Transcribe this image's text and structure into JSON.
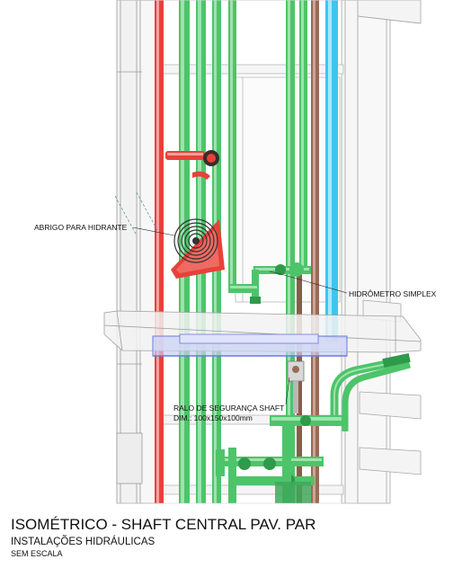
{
  "labels": {
    "hidrante": "ABRIGO PARA HIDRANTE",
    "hidrometro": "HIDRÔMETRO SIMPLEX",
    "ralo": "RALO DE SEGURANÇA SHAFT",
    "ralo_dim": "DIM.: 100x150x100mm"
  },
  "title_block": {
    "title": "ISOMÉTRICO - SHAFT CENTRAL PAV. PAR",
    "subtitle": "INSTALAÇÕES HIDRÁULICAS",
    "scale": "SEM ESCALA"
  },
  "colors": {
    "fire_pipe": "#e8413a",
    "water_pipe": "#4dc46a",
    "water_pipe_dark": "#2e9a4a",
    "drain_pipe": "#9a6a55",
    "cyan_pipe": "#38c8f0",
    "structure_line": "#9a9a9a",
    "slab_blue": "#6a7ad8"
  }
}
